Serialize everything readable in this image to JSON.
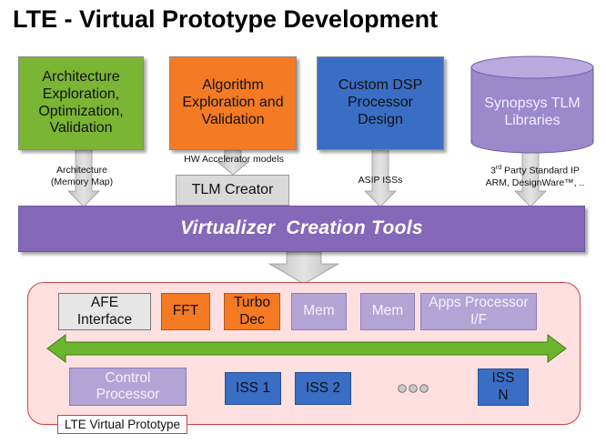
{
  "title": "LTE - Virtual Prototype Development",
  "top_boxes": {
    "architecture": "Architecture Exploration, Optimization, Validation",
    "algorithm": "Algorithm Exploration and Validation",
    "dsp": "Custom DSP Processor Design",
    "libraries": "Synopsys TLM Libraries"
  },
  "notes": {
    "memory_map_line1": "Architecture",
    "memory_map_line2": "(Memory Map)",
    "hw_models": "HW Accelerator models",
    "asip": "ASIP ISSs",
    "third_party_ord": "3",
    "third_party_sup": "rd",
    "third_party_line1_rest": " Party Standard IP",
    "third_party_line2": "ARM, DesignWare™, .."
  },
  "tlm_creator": "TLM Creator",
  "tools_bar": "Virtualizer  Creation Tools",
  "prototype": {
    "label": "LTE Virtual Prototype",
    "row1": {
      "afe": "AFE Interface",
      "fft": "FFT",
      "turbo": "Turbo Dec",
      "mem1": "Mem",
      "mem2": "Mem",
      "apps": "Apps Processor I/F"
    },
    "row2": {
      "control": "Control Processor",
      "iss1": "ISS 1",
      "iss2": "ISS 2",
      "issn": "ISS N"
    }
  },
  "colors": {
    "green": "#7ab534",
    "orange": "#f47a23",
    "blue": "#3a6ec4",
    "purple": "#8568b8",
    "lavender": "#b3a4d6",
    "bus_green": "#6bb52e"
  }
}
